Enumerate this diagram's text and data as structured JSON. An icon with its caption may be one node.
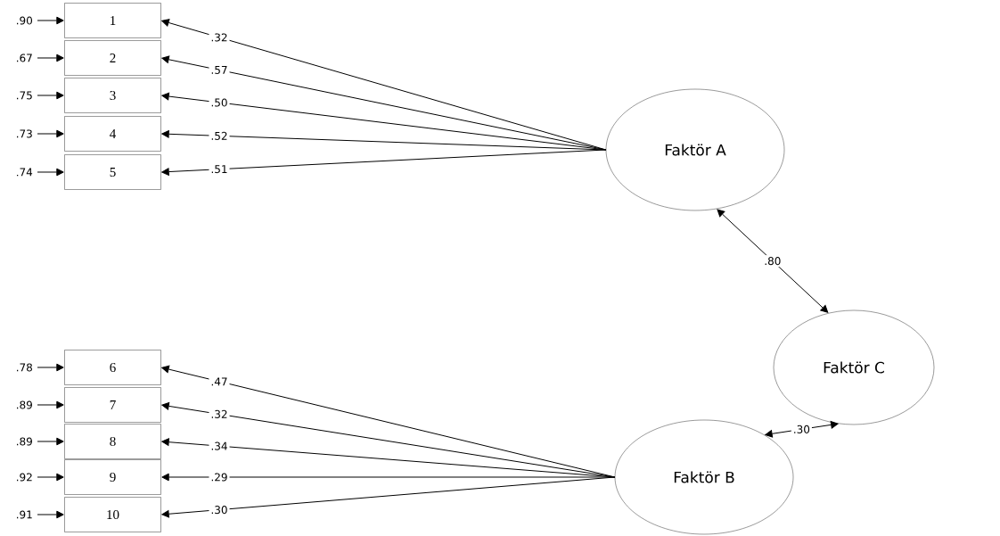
{
  "diagram": {
    "nodes": [
      {
        "text": [
          "1"
        ]
      },
      {
        "text": [
          "2"
        ]
      },
      {
        "text": [
          "3"
        ]
      },
      {
        "text": [
          "4"
        ]
      },
      {
        "text": [
          "5"
        ]
      },
      {
        "text": [
          "6"
        ]
      },
      {
        "text": [
          "7"
        ]
      },
      {
        "text": [
          "8"
        ]
      },
      {
        "text": [
          "9"
        ]
      },
      {
        "text": [
          "10"
        ]
      },
      {
        "text": [
          "Faktör A"
        ]
      },
      {
        "text": [
          "Faktör B"
        ]
      },
      {
        "text": [
          "Faktör C"
        ]
      }
    ],
    "edges": [
      {
        "from": null,
        "to": 0,
        "arrow": "to",
        "label": ".90"
      },
      {
        "from": null,
        "to": 1,
        "arrow": "to",
        "label": ".67"
      },
      {
        "from": null,
        "to": 2,
        "arrow": "to",
        "label": ".75"
      },
      {
        "from": null,
        "to": 3,
        "arrow": "to",
        "label": ".73"
      },
      {
        "from": null,
        "to": 4,
        "arrow": "to",
        "label": ".74"
      },
      {
        "from": null,
        "to": 5,
        "arrow": "to",
        "label": ".78"
      },
      {
        "from": null,
        "to": 6,
        "arrow": "to",
        "label": ".89"
      },
      {
        "from": null,
        "to": 7,
        "arrow": "to",
        "label": ".89"
      },
      {
        "from": null,
        "to": 8,
        "arrow": "to",
        "label": ".92"
      },
      {
        "from": null,
        "to": 9,
        "arrow": "to",
        "label": ".91"
      },
      {
        "from": 10,
        "to": 0,
        "arrow": "to",
        "label": ".32"
      },
      {
        "from": 10,
        "to": 1,
        "arrow": "to",
        "label": ".57"
      },
      {
        "from": 10,
        "to": 2,
        "arrow": "to",
        "label": ".50"
      },
      {
        "from": 10,
        "to": 3,
        "arrow": "to",
        "label": ".52"
      },
      {
        "from": 10,
        "to": 4,
        "arrow": "to",
        "label": ".51"
      },
      {
        "from": 11,
        "to": 5,
        "arrow": "to",
        "label": ".47"
      },
      {
        "from": 11,
        "to": 6,
        "arrow": "to",
        "label": ".32"
      },
      {
        "from": 11,
        "to": 7,
        "arrow": "to",
        "label": ".34"
      },
      {
        "from": 11,
        "to": 8,
        "arrow": "to",
        "label": ".29"
      },
      {
        "from": 11,
        "to": 9,
        "arrow": "to",
        "label": ".30"
      },
      {
        "from": 10,
        "to": 12,
        "arrow": "both",
        "label": ".80"
      },
      {
        "from": 11,
        "to": 12,
        "arrow": "both",
        "label": ".30"
      }
    ]
  }
}
